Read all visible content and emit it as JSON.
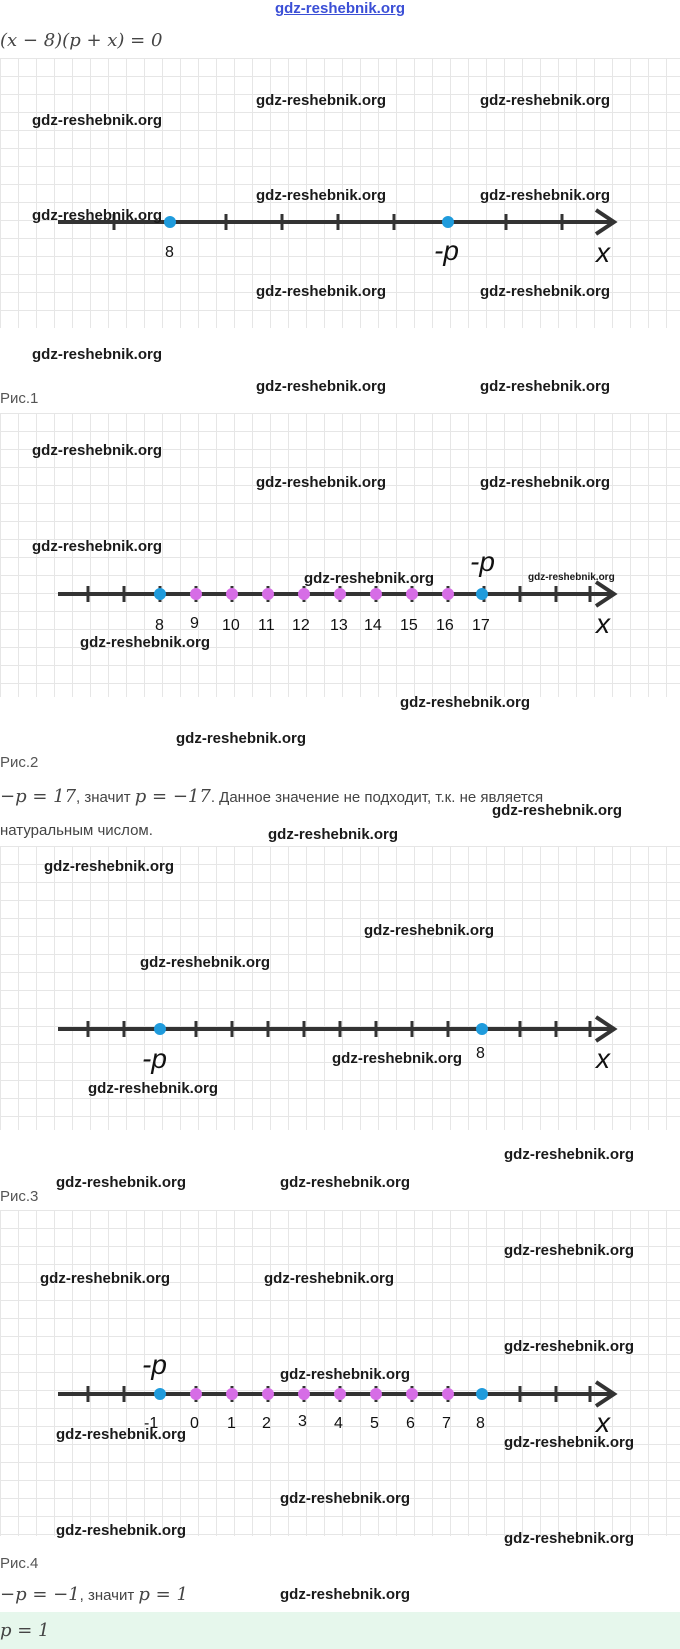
{
  "site_watermark": "gdz-reshebnik.org",
  "equation": "(x − 8)(p + x) = 0",
  "fig_labels": [
    "Рис.1",
    "Рис.2",
    "Рис.3",
    "Рис.4"
  ],
  "x_label": "x",
  "p_label": "-p",
  "fig1": {
    "ticks": [
      "8"
    ]
  },
  "fig2": {
    "ticks": [
      "8",
      "9",
      "10",
      "11",
      "12",
      "13",
      "14",
      "15",
      "16",
      "17"
    ]
  },
  "fig3": {
    "ticks": [
      "8"
    ]
  },
  "fig4": {
    "ticks": [
      "-1",
      "0",
      "1",
      "2",
      "3",
      "4",
      "5",
      "6",
      "7",
      "8"
    ]
  },
  "text2": {
    "eq_a": "−p = 17",
    "mid": ", значит ",
    "eq_b": "p = −17",
    "tail": ". Данное значение не подходит, т.к. не является",
    "line2": "натуральным числом."
  },
  "text4": {
    "eq_a": "−p = −1",
    "mid": ", значит ",
    "eq_b": "p = 1"
  },
  "answer": "p = 1",
  "colors": {
    "axis": "#333333",
    "blue_point": "#1f9bdc",
    "violet_point": "#d66de6",
    "answer_bg": "#e6f7ec"
  }
}
